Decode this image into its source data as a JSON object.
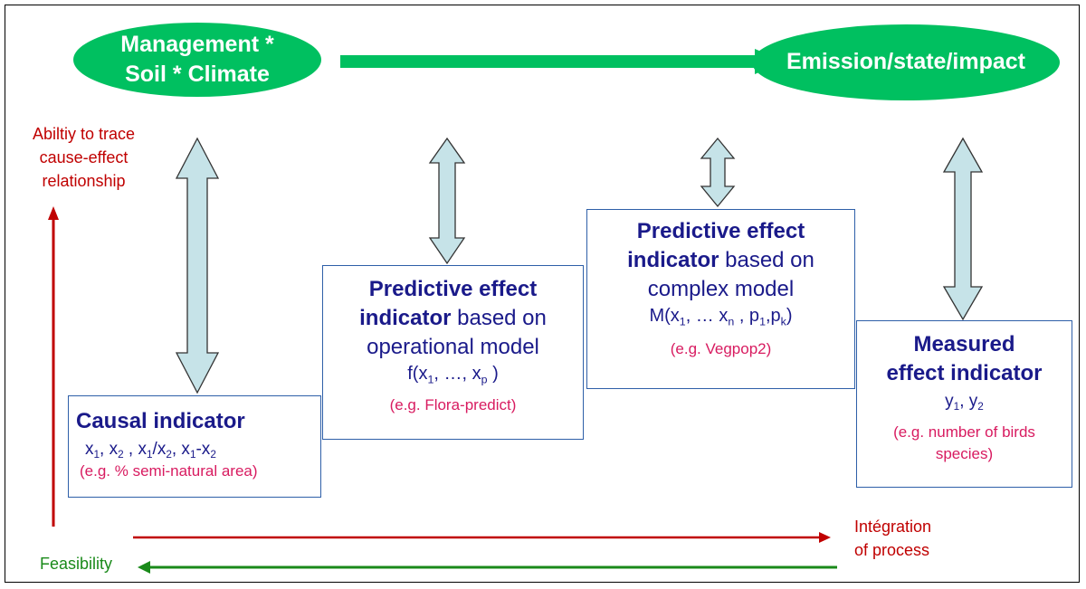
{
  "ellipses": {
    "left": {
      "line1": "Management *",
      "line2": "Soil * Climate"
    },
    "right": {
      "text": "Emission/state/impact"
    }
  },
  "boxes": {
    "causal": {
      "title": "Causal indicator",
      "formula": "x1, x2 , x1/x2, x1-x2",
      "example": "(e.g. % semi-natural area)"
    },
    "operational": {
      "title_bold": "Predictive effect",
      "title_bold2": "indicator",
      "title_rest": " based on",
      "line3": "operational model",
      "formula": "f(x1, …, xp )",
      "example": "(e.g. Flora-predict)"
    },
    "complex": {
      "title_bold": "Predictive effect",
      "title_bold2": "indicator",
      "title_rest": " based on",
      "line3": "complex model",
      "formula": "M(x1, … xn , p1,pk)",
      "example": "(e.g. Vegpop2)"
    },
    "measured": {
      "title1": "Measured",
      "title2": "effect indicator",
      "formula": "y1, y2",
      "example_line1": "(e.g. number of birds",
      "example_line2": "species)"
    }
  },
  "axes": {
    "vertical_label": [
      "Abiltiy to trace",
      "cause-effect",
      "relationship"
    ],
    "integration_label": [
      "Intégration",
      "of process"
    ],
    "feasibility_label": "Feasibility"
  },
  "colors": {
    "ellipse_green": "#00c060",
    "arrow_fill": "#c6e3e8",
    "box_border": "#2e5fa8",
    "red": "#c00000",
    "green": "#1a8a1a"
  }
}
